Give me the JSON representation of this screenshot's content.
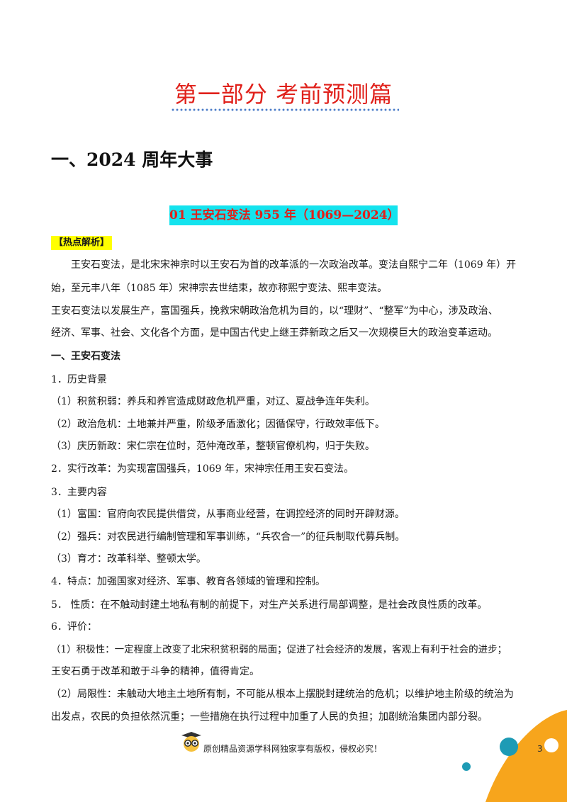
{
  "header": {
    "part_title": "第一部分    考前预测篇"
  },
  "section": {
    "title": "一、2024 周年大事"
  },
  "topic": {
    "title": "01    王安石变法 955 年（1069—2024）"
  },
  "tag": {
    "label": "【热点解析】"
  },
  "body": {
    "lines": [
      "王安石变法，是北宋宋神宗时以王安石为首的改革派的一次政治改革。变法自熙宁二年（1069 年）开",
      "始，至元丰八年（1085 年）宋神宗去世结束，故亦称熙宁变法、熙丰变法。",
      "王安石变法以发展生产，富国强兵，挽救宋朝政治危机为目的，以“理财”、“整军”为中心，涉及政治、",
      "经济、军事、社会、文化各个方面，是中国古代史上继王莽新政之后又一次规模巨大的政治变革运动。",
      "一、王安石变法",
      "1．历史背景",
      "（1）积贫积弱：养兵和养官造成财政危机严重，对辽、夏战争连年失利。",
      "（2）政治危机：土地兼并严重，阶级矛盾激化；因循保守，行政效率低下。",
      "（3）庆历新政：宋仁宗在位时，范仲淹改革，整顿官僚机构，归于失败。",
      "2．实行改革：为实现富国强兵，1069 年，宋神宗任用王安石变法。",
      "3．主要内容",
      "（1）富国：官府向农民提供借贷，从事商业经营，在调控经济的同时开辟财源。",
      "（2）强兵：对农民进行编制管理和军事训练，“兵农合一”的征兵制取代募兵制。",
      "（3）育才：改革科举、整顿太学。",
      "4．特点：加强国家对经济、军事、教育各领域的管理和控制。",
      "5．  性质：在不触动封建土地私有制的前提下，对生产关系进行局部调整，是社会改良性质的改革。",
      "6．评价：",
      "（1）积极性：一定程度上改变了北宋积贫积弱的局面；促进了社会经济的发展，客观上有利于社会的进步；",
      "王安石勇于改革和敢于斗争的精神，值得肯定。",
      "（2）局限性：未触动大地主土地所有制，不可能从根本上摆脱封建统治的危机；以维护地主阶级的统治为",
      "出发点，农民的负担依然沉重；一些措施在执行过程中加重了人民的负担；加剧统治集团内部分裂。"
    ]
  },
  "footer": {
    "copyright": "原创精品资源学科网独家享有版权，侵权必究！",
    "page_number": "3"
  },
  "colors": {
    "title_red": "#e0211b",
    "topic_bg": "#14e3ee",
    "tag_bg": "#ffff00",
    "dots_blue": "#4a7bc8",
    "orange": "#f7a51c",
    "teal": "#1e9bb5"
  }
}
